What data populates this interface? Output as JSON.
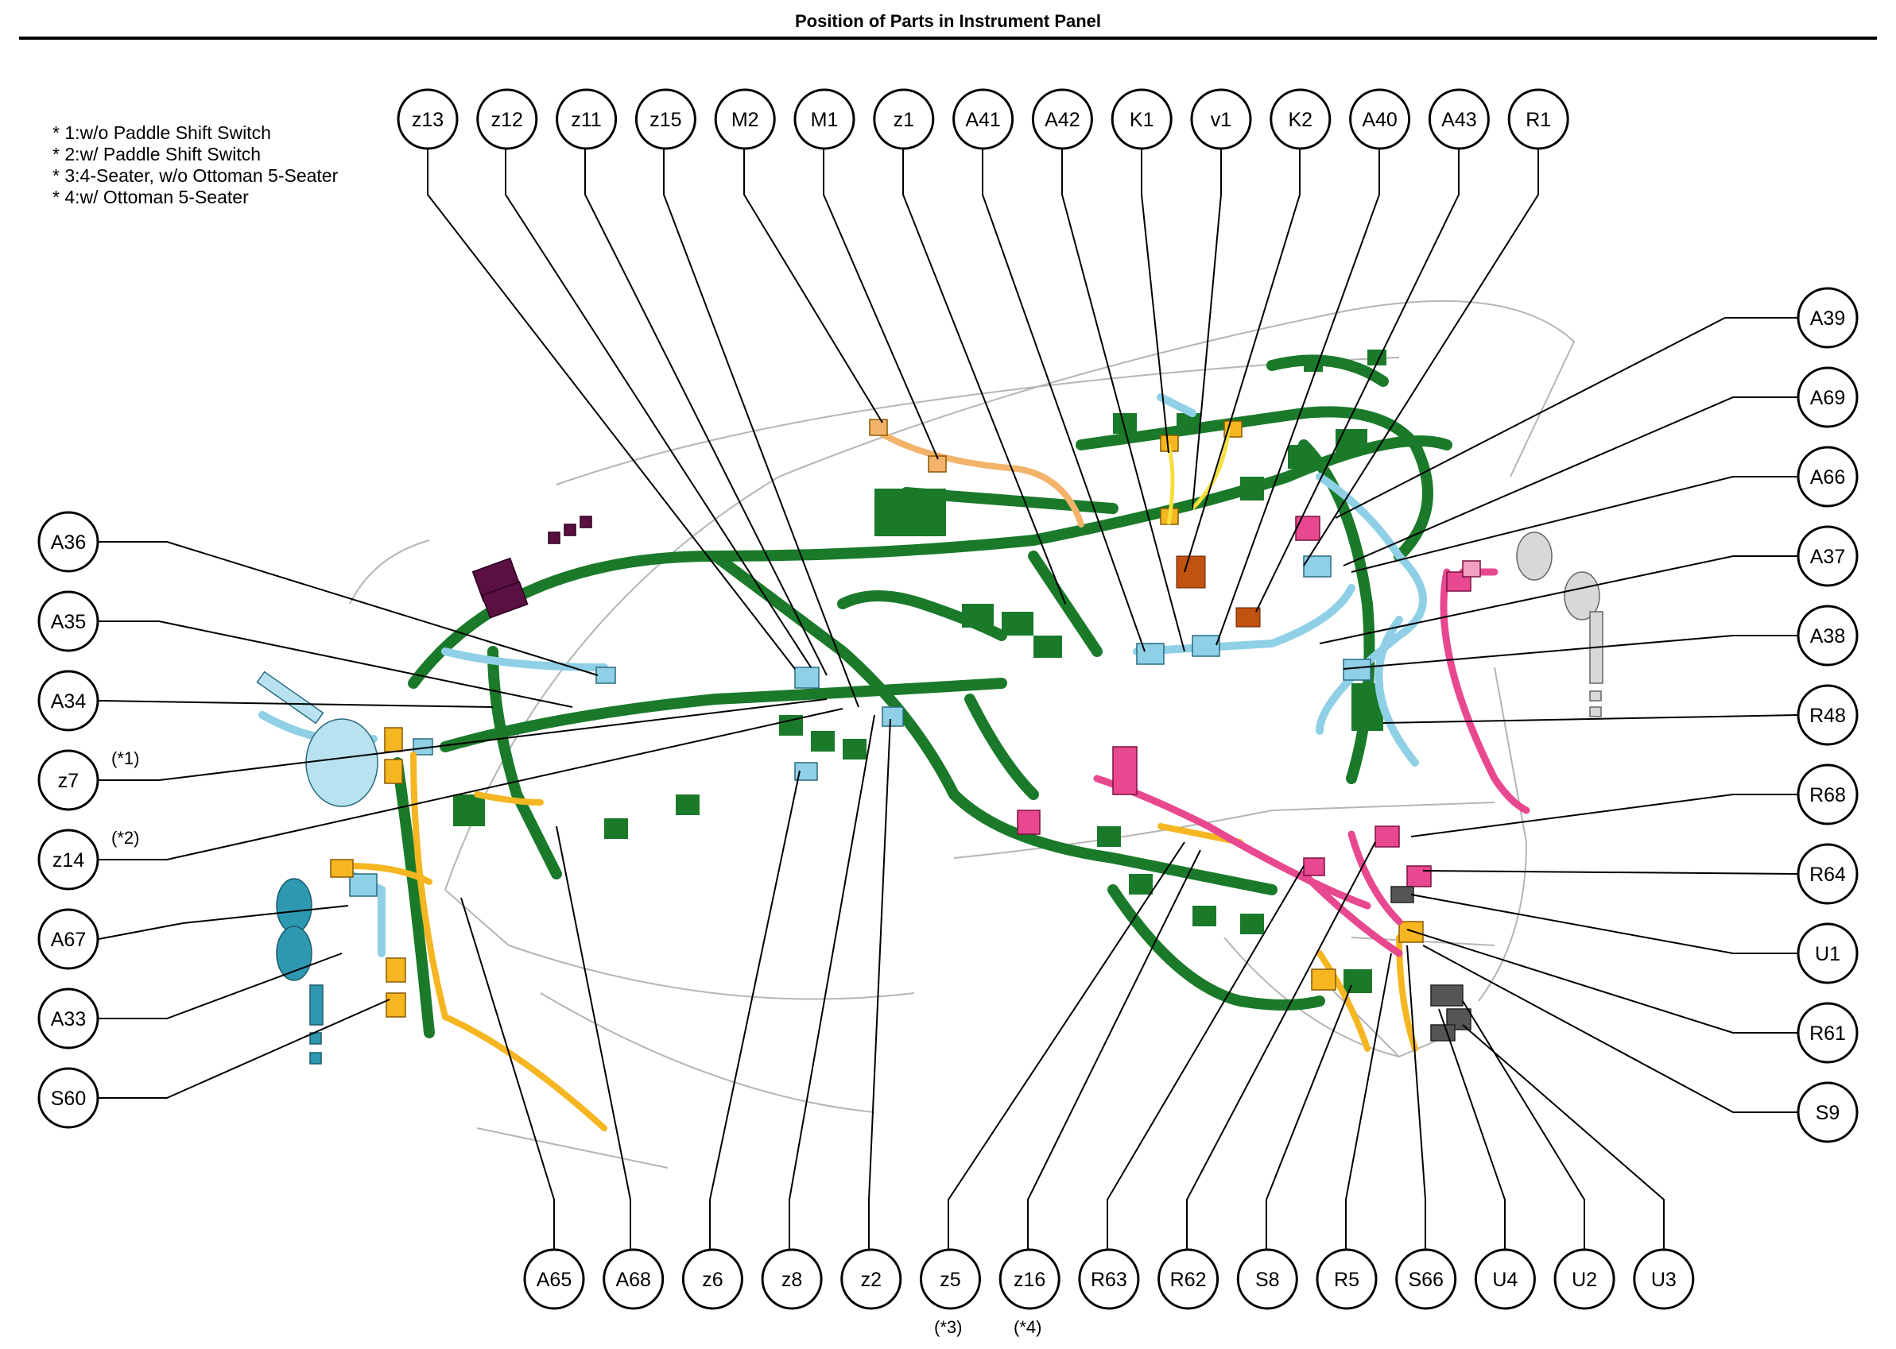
{
  "title": "Position of Parts in Instrument Panel",
  "notes": [
    "* 1:w/o Paddle Shift Switch",
    "* 2:w/ Paddle Shift Switch",
    "* 3:4-Seater, w/o Ottoman 5-Seater",
    "* 4:w/ Ottoman 5-Seater"
  ],
  "callouts": {
    "top": [
      "z13",
      "z12",
      "z11",
      "z15",
      "M2",
      "M1",
      "z1",
      "A41",
      "A42",
      "K1",
      "v1",
      "K2",
      "A40",
      "A43",
      "R1"
    ],
    "left": [
      "A36",
      "A35",
      "A34",
      "z7",
      "z14",
      "A67",
      "A33",
      "S60"
    ],
    "left_notes": [
      "(*1)",
      "(*2)"
    ],
    "right": [
      "A39",
      "A69",
      "A66",
      "A37",
      "A38",
      "R48",
      "R68",
      "R64",
      "U1",
      "R61",
      "S9"
    ],
    "bottom": [
      "A65",
      "A68",
      "z6",
      "z8",
      "z2",
      "z5",
      "z16",
      "R63",
      "R62",
      "S8",
      "R5",
      "S66",
      "U4",
      "U2",
      "U3"
    ],
    "bottom_notes": [
      "(*3)",
      "(*4)"
    ]
  },
  "colors": {
    "harness_green": "#1a7a2a",
    "harness_blue": "#8fd0e6",
    "harness_teal": "#2e98b0",
    "harness_yellow": "#f5b621",
    "harness_pink": "#e8488f",
    "harness_orange": "#f3b36b",
    "harness_purple": "#5a1040",
    "harness_gray": "#555555"
  }
}
